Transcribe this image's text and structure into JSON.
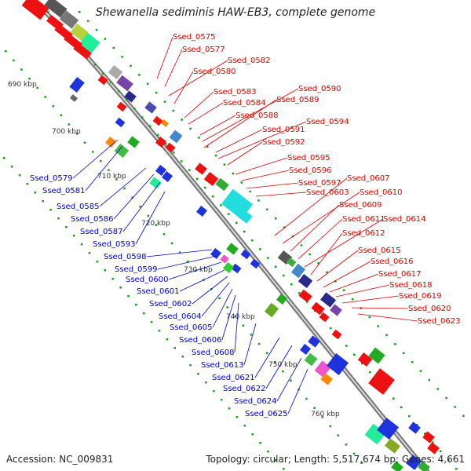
{
  "title": "Shewanella sediminis HAW-EB3, complete genome",
  "accession": "Accession: NC_009831",
  "topology": "Topology: circular; Length: 5,517,674 bp; Genes: 4,661",
  "colors": {
    "red_label": "#dd0000",
    "blue_label": "#0000cc",
    "backbone_dark": "#777777",
    "backbone_light": "#d8d8d8",
    "dot_green": "#1a9a1a"
  },
  "ticks": [
    "690 kbp",
    "700 kbp",
    "710 kbp",
    "720 kbp",
    "730 kbp",
    "740 kbp",
    "750 kbp",
    "760 kbp"
  ],
  "genes_right": [
    "Ssed_0575",
    "Ssed_0577",
    "Ssed_0582",
    "Ssed_0580",
    "Ssed_0583",
    "Ssed_0584",
    "Ssed_0588",
    "Ssed_0590",
    "Ssed_0589",
    "Ssed_0591",
    "Ssed_0594",
    "Ssed_0592",
    "Ssed_0595",
    "Ssed_0596",
    "Ssed_0597",
    "Ssed_0607",
    "Ssed_0603",
    "Ssed_0610",
    "Ssed_0609",
    "Ssed_0611",
    "Ssed_0614",
    "Ssed_0612",
    "Ssed_0615",
    "Ssed_0616",
    "Ssed_0617",
    "Ssed_0618",
    "Ssed_0619",
    "Ssed_0620",
    "Ssed_0623"
  ],
  "genes_left": [
    "Ssed_0579",
    "Ssed_0581",
    "Ssed_0585",
    "Ssed_0586",
    "Ssed_0587",
    "Ssed_0593",
    "Ssed_0598",
    "Ssed_0599",
    "Ssed_0600",
    "Ssed_0601",
    "Ssed_0602",
    "Ssed_0604",
    "Ssed_0605",
    "Ssed_0606",
    "Ssed_0608",
    "Ssed_0613",
    "Ssed_0621",
    "Ssed_0622",
    "Ssed_0624",
    "Ssed_0625"
  ]
}
